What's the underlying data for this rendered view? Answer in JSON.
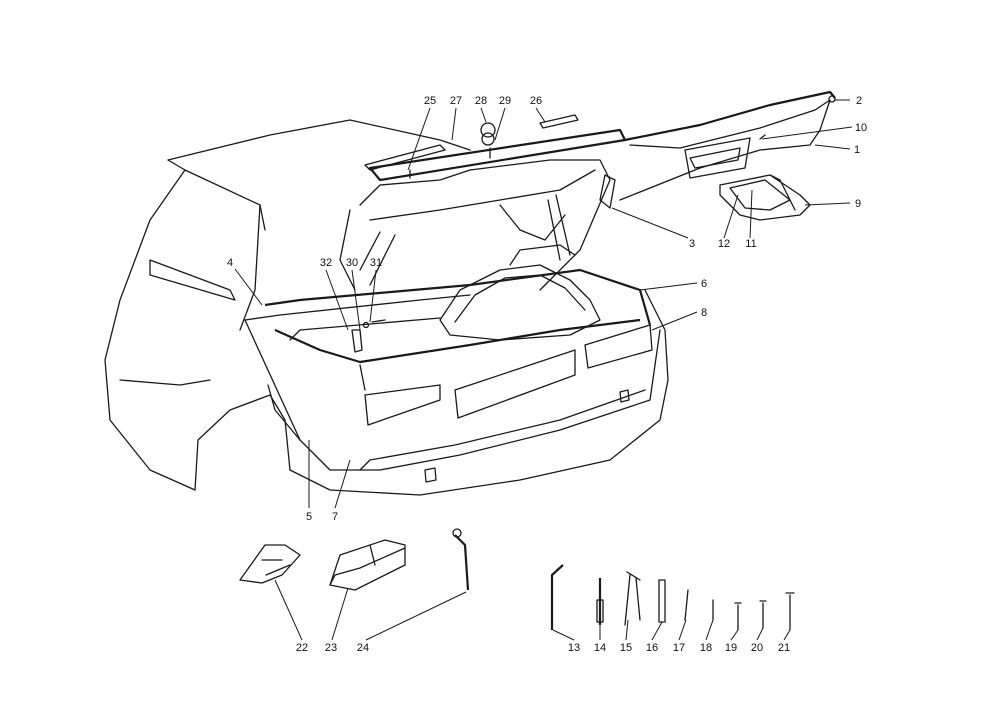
{
  "diagram": {
    "title": "Luggage compartment, trunk lid and tool kit",
    "callouts": {
      "c1": "1",
      "c2": "2",
      "c3": "3",
      "c4": "4",
      "c5": "5",
      "c6": "6",
      "c7": "7",
      "c8": "8",
      "c9": "9",
      "c10": "10",
      "c11": "11",
      "c12": "12",
      "c13": "13",
      "c14": "14",
      "c15": "15",
      "c16": "16",
      "c17": "17",
      "c18": "18",
      "c19": "19",
      "c20": "20",
      "c21": "21",
      "c22": "22",
      "c23": "23",
      "c24": "24",
      "c25": "25",
      "c26": "26",
      "c27": "27",
      "c28": "28",
      "c29": "29",
      "c30": "30",
      "c31": "31",
      "c32": "32"
    }
  }
}
